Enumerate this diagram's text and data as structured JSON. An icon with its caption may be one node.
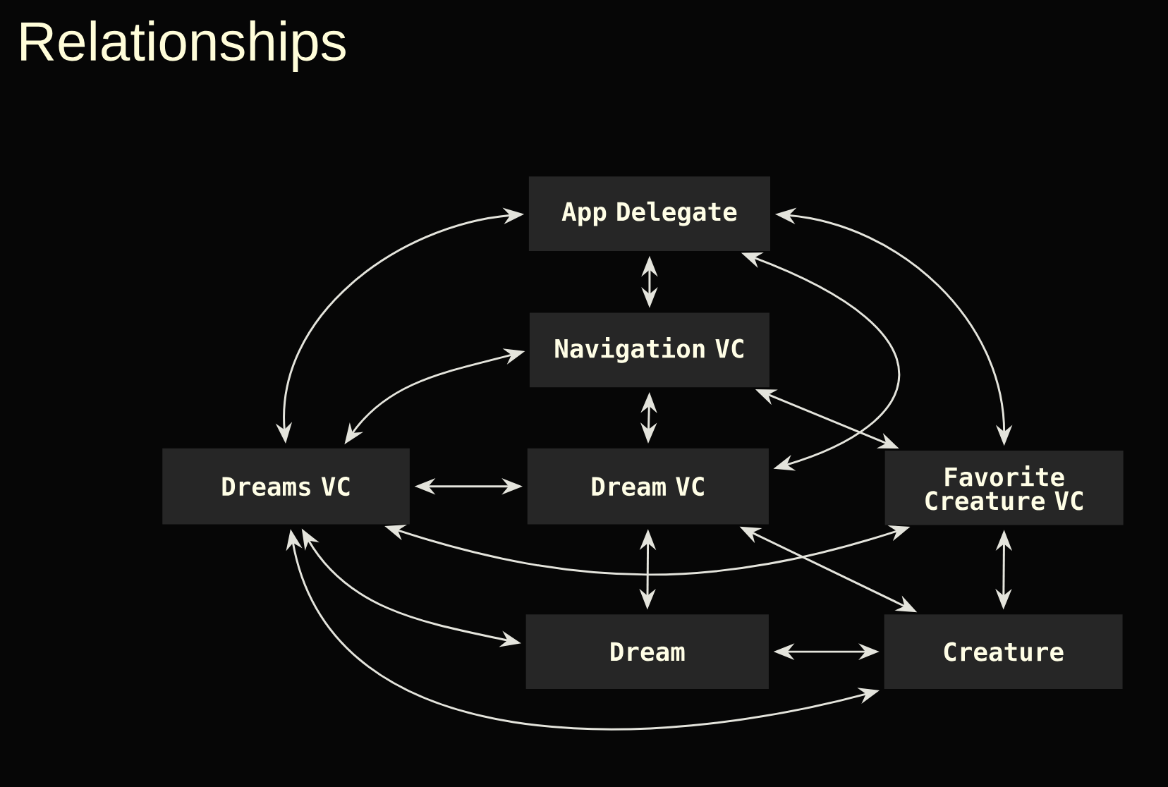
{
  "diagram": {
    "title": "Relationships",
    "nodes": [
      {
        "text": [
          "App Delegate"
        ]
      },
      {
        "text": [
          "Navigation VC"
        ]
      },
      {
        "text": [
          "Dreams VC"
        ]
      },
      {
        "text": [
          "Dream VC"
        ]
      },
      {
        "text": [
          "Favorite Creature VC"
        ]
      },
      {
        "text": [
          "Dream"
        ]
      },
      {
        "text": [
          "Creature"
        ]
      }
    ],
    "edges": [
      {
        "from": 0,
        "to": 2,
        "arrow": "both"
      },
      {
        "from": 0,
        "to": 1,
        "arrow": "both"
      },
      {
        "from": 0,
        "to": 4,
        "arrow": "both"
      },
      {
        "from": 0,
        "to": 3,
        "arrow": "both"
      },
      {
        "from": 1,
        "to": 2,
        "arrow": "both"
      },
      {
        "from": 1,
        "to": 3,
        "arrow": "both"
      },
      {
        "from": 1,
        "to": 4,
        "arrow": "both"
      },
      {
        "from": 2,
        "to": 3,
        "arrow": "both"
      },
      {
        "from": 2,
        "to": 4,
        "arrow": "both"
      },
      {
        "from": 3,
        "to": 6,
        "arrow": "both"
      },
      {
        "from": 3,
        "to": 5,
        "arrow": "both"
      },
      {
        "from": 4,
        "to": 6,
        "arrow": "both"
      },
      {
        "from": 2,
        "to": 5,
        "arrow": "both"
      },
      {
        "from": 2,
        "to": 6,
        "arrow": "both"
      },
      {
        "from": 5,
        "to": 6,
        "arrow": "both"
      }
    ]
  }
}
